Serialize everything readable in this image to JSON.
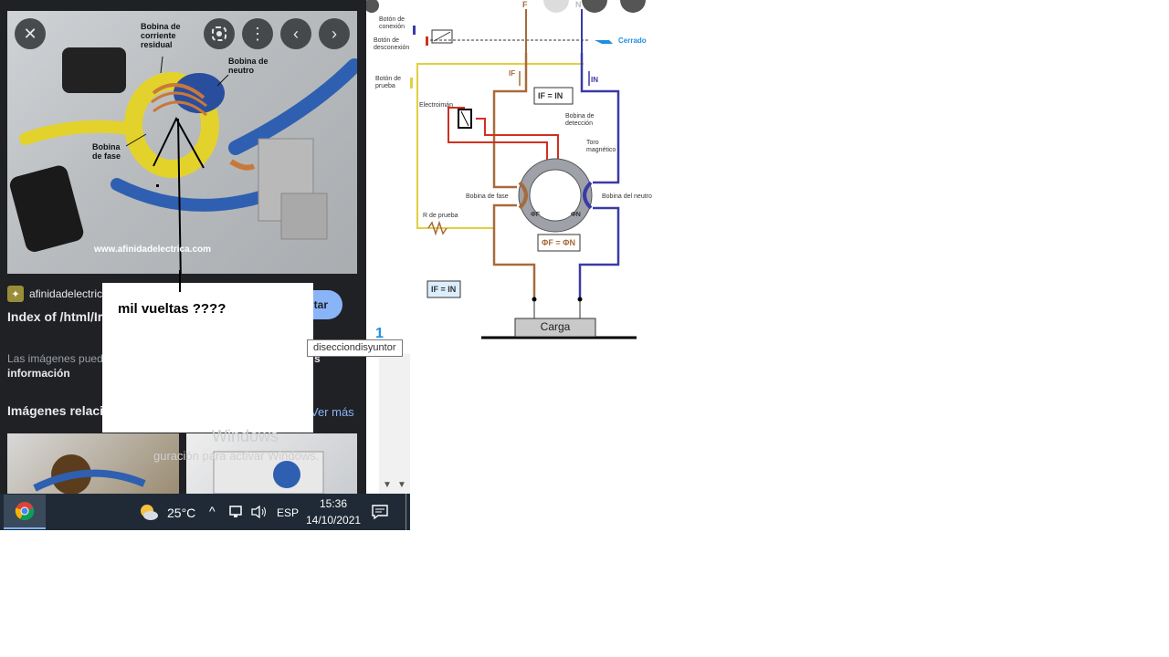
{
  "viewer": {
    "photo_labels": {
      "residual": "Bobina de corriente residual",
      "neutral": "Bobina de neutro",
      "phase": "Bobina de fase",
      "watermark": "www.afinidadelectrica.com"
    },
    "source": "afinidadelectric",
    "visit_label": "tar",
    "title": "Index of /html/Ir disecciondisyur",
    "info_line1": "Las imágenes pued",
    "info_tail": "s",
    "info_line2": "información",
    "related_heading": "Imágenes relaci",
    "see_more": "Ver más"
  },
  "overlay": {
    "note": "mil vueltas ????"
  },
  "tooltip": {
    "text": "disecciondisyuntor"
  },
  "counter": "1",
  "activation": {
    "line1": "Windows",
    "line2": "guración para activar Windows."
  },
  "diagram": {
    "btn_connect": "Botón de conexión",
    "btn_disconnect": "Botón de desconexión",
    "btn_test": "Botón de prueba",
    "electroiman": "Electroimán",
    "bobina_deteccion": "Bobina de detección",
    "toro": "Toro magnético",
    "bobina_fase": "Bobina de fase",
    "bobina_neutro": "Bobina del neutro",
    "r_prueba": "R de prueba",
    "cerrado": "Cerrado",
    "load": "Carga",
    "F": "F",
    "N": "N",
    "IF": "IF",
    "IN": "IN",
    "eq_currents": "IF = IN",
    "eq_flux": "ΦF = ΦN",
    "eq_currents2": "IF = IN",
    "phiF": "ΦF",
    "phiN": "ΦN"
  },
  "taskbar": {
    "temperature": "25°C",
    "language": "ESP",
    "time": "15:36",
    "date": "14/10/2021"
  },
  "colors": {
    "panel_bg": "#202124",
    "accent_blue": "#8ab4f8",
    "taskbar_bg": "#1f2a36",
    "wire_brown": "#a86a3a",
    "wire_blue": "#3a3aa8",
    "wire_red": "#d03020",
    "wire_yellow": "#e0d040"
  }
}
